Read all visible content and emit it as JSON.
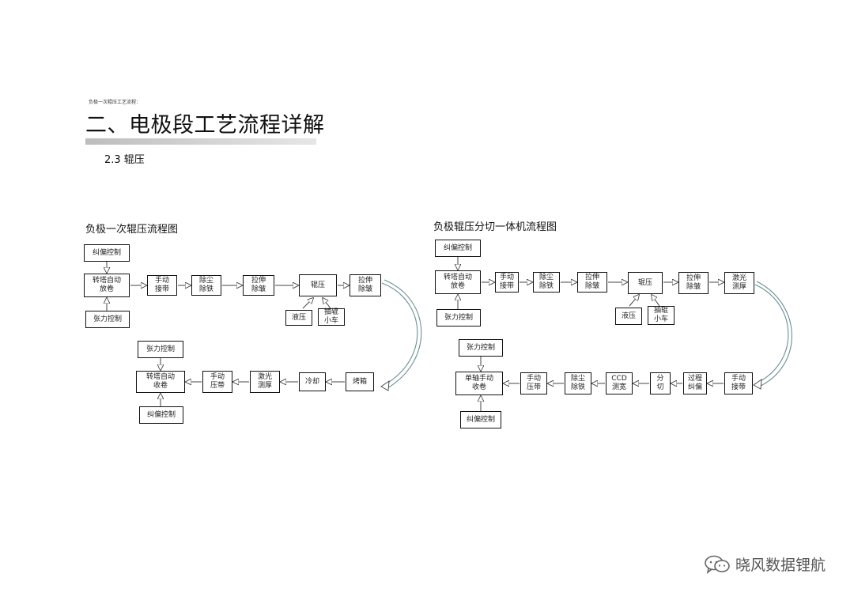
{
  "header": {
    "small_text": "负极一次辊压工艺流程：",
    "title": "二、电极段工艺流程详解",
    "section": "2.3 辊压"
  },
  "left_diagram": {
    "title": "负极一次辊压流程图",
    "boxes": {
      "jiupian_top": "纠偏控制",
      "unwind": "转塔自动\n放卷",
      "zhangli_bottom": "张力控制",
      "splice": "手动\n接带",
      "dust": "除尘\n除铁",
      "stretch1": "拉伸\n除皱",
      "roll": "辊压",
      "stretch2": "拉伸\n除皱",
      "hydraulic": "液压",
      "cart": "抽辊\n小车",
      "zhangli_top2": "张力控制",
      "rewind": "转塔自动\n收卷",
      "jiupian_bottom2": "纠偏控制",
      "press_tape": "手动\n压带",
      "laser": "激光\n测厚",
      "cool": "冷却",
      "oven": "烤箱"
    }
  },
  "right_diagram": {
    "title": "负极辊压分切一体机流程图",
    "boxes": {
      "jiupian_top": "纠偏控制",
      "unwind": "转塔自动\n放卷",
      "zhangli_bottom": "张力控制",
      "splice": "手动\n接带",
      "dust": "除尘\n除铁",
      "stretch1": "拉伸\n除皱",
      "roll": "辊压",
      "stretch2": "拉伸\n除皱",
      "laser": "激光\n测厚",
      "hydraulic": "液压",
      "cart": "抽辊\n小车",
      "zhangli_top2": "张力控制",
      "rewind": "单轴手动\n收卷",
      "jiupian_bottom2": "纠偏控制",
      "press_tape": "手动\n压带",
      "dust2": "除尘\n除铁",
      "ccd": "CCD\n测宽",
      "slit": "分\n切",
      "correct": "过程\n纠偏",
      "splice2": "手动\n接带"
    }
  },
  "watermark": {
    "text": "晓风数据锂航",
    "icon": "wechat-icon"
  }
}
